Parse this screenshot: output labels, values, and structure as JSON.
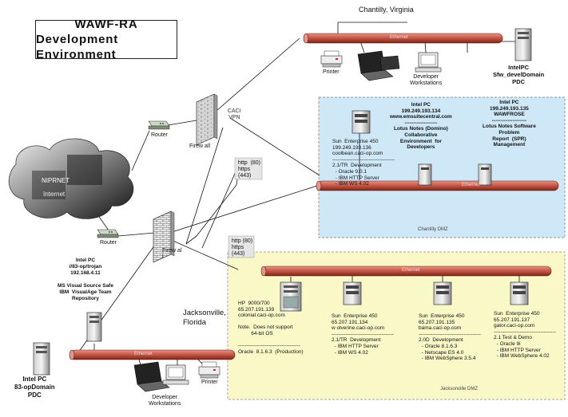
{
  "title": {
    "line1": "WAWF-RA",
    "line2": "Development Environment"
  },
  "locations": {
    "chantilly": "Chantilly, Virginia",
    "jacksonville": "Jacksonville,\nFlorida"
  },
  "networks": {
    "ethernet_label": "Ethernet",
    "chantilly_dmz": "Chantilly  DMZ",
    "jacksonville_dmz": "Jacksonville  DMZ",
    "caci_vpn": "CACI\nVPN",
    "http_upper": "http  (80)\nhttps\n(443)",
    "http_lower": "http (80)\nhttps\n(443)",
    "internet": "Internet",
    "nipranet": "NIPRNET"
  },
  "devices": {
    "router_upper": "Router",
    "router_lower": "Router",
    "firewall_upper": "Firew all",
    "firewall_lower": "Firew al\nl",
    "printer_top": "Printer",
    "printer_bottom": "Printer",
    "dev_ws_top": "Developer\nWorkstations",
    "dev_ws_bottom": "Developer\nWorkstations",
    "pdc_top": "IntelPC\nSfw_develDomain\nPDC",
    "pdc_bottom": "Intel PC\n83-opDomain\nPDC",
    "trojan": "Intel PC\n//83-op/trojan\n192.168.4.11\n\nMS Visual Source Safe\nIBM  VisualAge Team\nRepository",
    "coolbean": "Sun  Enterprise 450\n199.249.193.136\ncoolbean.caci-op.com\n------------------------------------\n2.1/TR  Development\n  - Oracle 9.0.1\n  - IBM HTTP Server\n  - IBM WS 4.02",
    "emsuite": "Intel PC\n199.249.193.134\nwww.emsuitecentral.com\n-------------------\nLotus Notes (Domino)\nCollaborative\nEnvironment  for\nDevelopers",
    "wawfrose": "Intel PC\n199.249.193.135\nWAWFROSE\n--------------------\nLotus Notes Software\nProblem\nReport  (SPR)\nManagement",
    "colonial": "HP  9000/700\n65.207.191.139\ncolonial.caci-op.com\n\nNote.  Does not support\n         64-bit OS\n\n------------------------------------\nOracle  8.1.6.3  (Production)",
    "wolverine": "Sun  Enterprise 450\n65.207.191.134\nw olverine.caci-op.com\n------------------------------------\n2.1/TR  Development\n  - IBM HTTP Server\n  - IBM WS 4.02",
    "bama": "Sun  Enterprise 450\n65.207.191.135\nbama.caci-op.com\n------------------------------------\n2.0D  Development\n  - Oracle 8.1.6.3\n  - Netscape ES 4.0\n  - IBM WebSphere 3.5.4",
    "gator": "Sun  Enterprise 450\n65.207.191.137\ngator.caci-op.com\n------------------------------------\n2.1 Test & Demo\n  - Oracle 9i\n  - IBM HTTP Server\n  - IBM WebSphere 4.02"
  },
  "colors": {
    "pipe": "#c85a48",
    "pipe_dark": "#8e2e22",
    "chantilly_zone": "#cfe8f7",
    "jax_zone": "#fbf8c8"
  }
}
